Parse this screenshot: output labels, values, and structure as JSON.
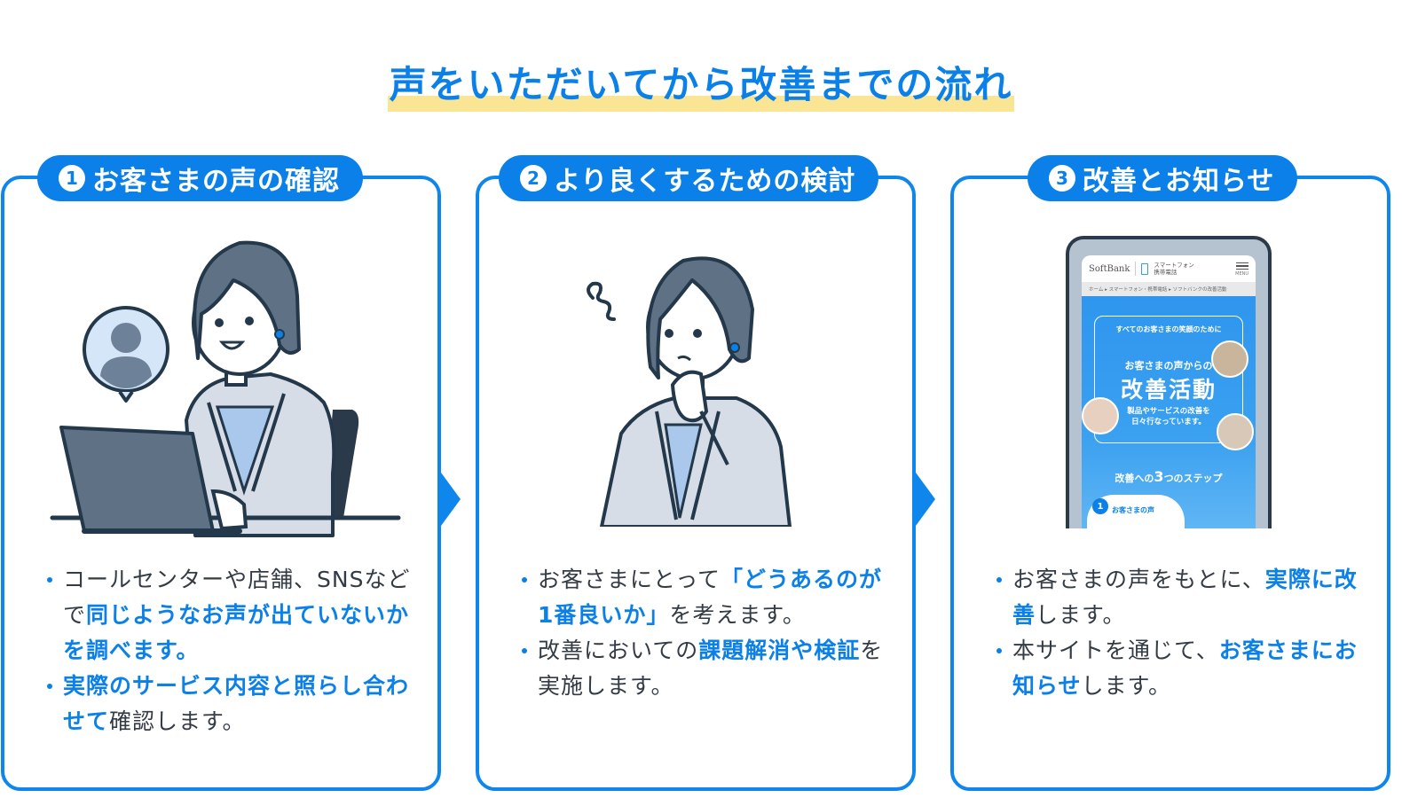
{
  "title": "声をいただいてから改善までの流れ",
  "colors": {
    "accent": "#0a80e8",
    "border": "#0f86ec",
    "title_highlight": "#fae594",
    "text": "#333b45"
  },
  "steps": [
    {
      "number": "1",
      "heading": "お客さまの声の確認",
      "illustration": "woman-at-laptop-with-customer-avatar",
      "bullets": [
        {
          "parts": [
            {
              "text": "コールセンターや店舗、SNSなどで",
              "highlight": false
            },
            {
              "text": "同じようなお声が出ていないかを調べます。",
              "highlight": true
            }
          ]
        },
        {
          "parts": [
            {
              "text": "実際のサービス内容と照らし合わせて",
              "highlight": true
            },
            {
              "text": "確認します。",
              "highlight": false
            }
          ]
        }
      ]
    },
    {
      "number": "2",
      "heading": "より良くするための検討",
      "illustration": "woman-thinking",
      "bullets": [
        {
          "parts": [
            {
              "text": "お客さまにとって",
              "highlight": false
            },
            {
              "text": "「どうあるのが1番良いか」",
              "highlight": true
            },
            {
              "text": "を考えます。",
              "highlight": false
            }
          ]
        },
        {
          "parts": [
            {
              "text": "改善においての",
              "highlight": false
            },
            {
              "text": "課題解消や検証",
              "highlight": true
            },
            {
              "text": "を実施します。",
              "highlight": false
            }
          ]
        }
      ]
    },
    {
      "number": "3",
      "heading": "改善とお知らせ",
      "illustration": "smartphone-site-screenshot",
      "bullets": [
        {
          "parts": [
            {
              "text": "お客さまの声をもとに、",
              "highlight": false
            },
            {
              "text": "実際に改善",
              "highlight": true
            },
            {
              "text": "します。",
              "highlight": false
            }
          ]
        },
        {
          "parts": [
            {
              "text": "本サイトを通じて、",
              "highlight": false
            },
            {
              "text": "お客さまにお知らせ",
              "highlight": true
            },
            {
              "text": "します。",
              "highlight": false
            }
          ]
        }
      ]
    }
  ],
  "phone_mock": {
    "brand": "SoftBank",
    "category_line1": "スマートフォン",
    "category_line2": "携帯電話",
    "menu_label": "MENU",
    "breadcrumb": "ホーム ▸ スマートフォン・携帯電話 ▸ ソフトバンクの改善活動",
    "tagline": "すべてのお客さまの笑顔のために",
    "subtitle": "お客さまの声からの",
    "headline": "改善活動",
    "description_line1": "製品やサービスの改善を",
    "description_line2": "日々行なっています。",
    "steps_prefix": "改善への",
    "steps_number": "3",
    "steps_suffix": "つのステップ",
    "step1_number": "1",
    "step1_label": "お客さまの声"
  }
}
